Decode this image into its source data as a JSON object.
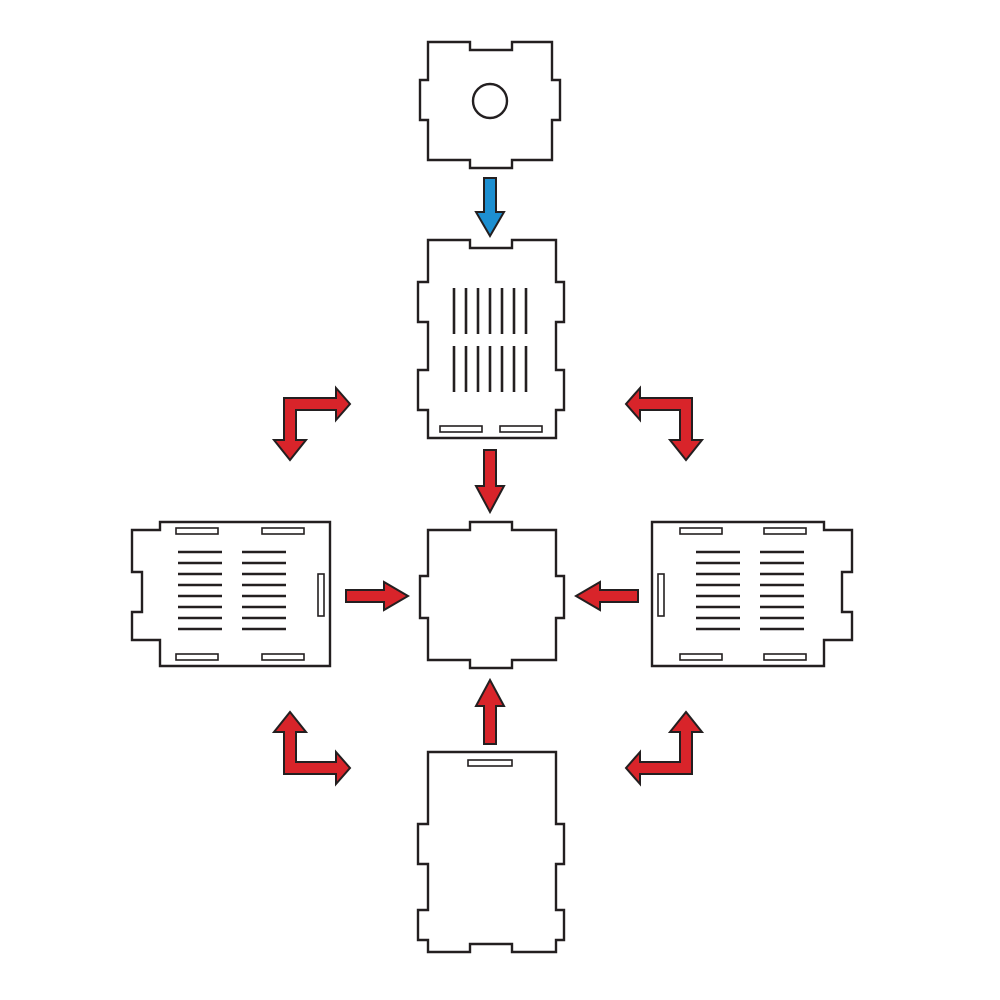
{
  "diagram": {
    "panels": [
      "top-panel",
      "back-panel",
      "left-panel",
      "base-panel",
      "right-panel",
      "front-panel"
    ],
    "colors": {
      "outline": "#231f20",
      "panel_fill": "#ffffff",
      "background": "#ffffff",
      "arrow_blue": "#1d8fd1",
      "arrow_red": "#d8242a"
    },
    "arrows": {
      "blue": [
        "arrow-top-to-back"
      ],
      "red": [
        "arrow-back-to-base",
        "arrow-left-to-base",
        "arrow-right-to-base",
        "arrow-front-to-base",
        "fold-arrow-upper-left",
        "fold-arrow-upper-right",
        "fold-arrow-lower-left",
        "fold-arrow-lower-right"
      ]
    }
  }
}
